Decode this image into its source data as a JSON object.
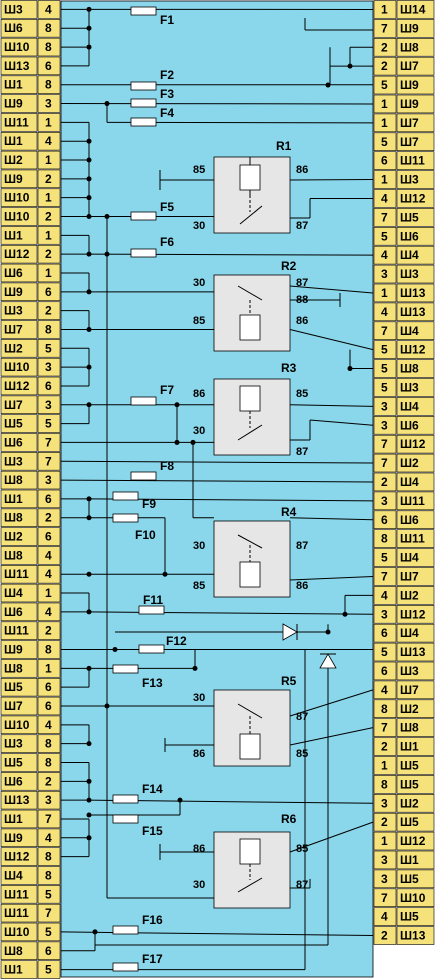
{
  "left_rows": [
    {
      "conn": "Ш3",
      "pin": "4"
    },
    {
      "conn": "Ш6",
      "pin": "8"
    },
    {
      "conn": "Ш10",
      "pin": "8"
    },
    {
      "conn": "Ш13",
      "pin": "6"
    },
    {
      "conn": "Ш1",
      "pin": "8"
    },
    {
      "conn": "Ш9",
      "pin": "3"
    },
    {
      "conn": "Ш11",
      "pin": "1"
    },
    {
      "conn": "Ш1",
      "pin": "4"
    },
    {
      "conn": "Ш2",
      "pin": "1"
    },
    {
      "conn": "Ш9",
      "pin": "2"
    },
    {
      "conn": "Ш10",
      "pin": "1"
    },
    {
      "conn": "Ш10",
      "pin": "2"
    },
    {
      "conn": "Ш1",
      "pin": "1"
    },
    {
      "conn": "Ш12",
      "pin": "2"
    },
    {
      "conn": "Ш6",
      "pin": "1"
    },
    {
      "conn": "Ш9",
      "pin": "6"
    },
    {
      "conn": "Ш3",
      "pin": "2"
    },
    {
      "conn": "Ш7",
      "pin": "8"
    },
    {
      "conn": "Ш2",
      "pin": "5"
    },
    {
      "conn": "Ш10",
      "pin": "3"
    },
    {
      "conn": "Ш12",
      "pin": "6"
    },
    {
      "conn": "Ш7",
      "pin": "3"
    },
    {
      "conn": "Ш5",
      "pin": "5"
    },
    {
      "conn": "Ш6",
      "pin": "7"
    },
    {
      "conn": "Ш3",
      "pin": "7"
    },
    {
      "conn": "Ш8",
      "pin": "3"
    },
    {
      "conn": "Ш1",
      "pin": "6"
    },
    {
      "conn": "Ш8",
      "pin": "2"
    },
    {
      "conn": "Ш2",
      "pin": "6"
    },
    {
      "conn": "Ш8",
      "pin": "4"
    },
    {
      "conn": "Ш11",
      "pin": "4"
    },
    {
      "conn": "Ш4",
      "pin": "1"
    },
    {
      "conn": "Ш6",
      "pin": "4"
    },
    {
      "conn": "Ш11",
      "pin": "2"
    },
    {
      "conn": "Ш9",
      "pin": "8"
    },
    {
      "conn": "Ш8",
      "pin": "1"
    },
    {
      "conn": "Ш5",
      "pin": "6"
    },
    {
      "conn": "Ш7",
      "pin": "6"
    },
    {
      "conn": "Ш10",
      "pin": "4"
    },
    {
      "conn": "Ш3",
      "pin": "8"
    },
    {
      "conn": "Ш5",
      "pin": "8"
    },
    {
      "conn": "Ш6",
      "pin": "2"
    },
    {
      "conn": "Ш13",
      "pin": "3"
    },
    {
      "conn": "Ш1",
      "pin": "7"
    },
    {
      "conn": "Ш9",
      "pin": "4"
    },
    {
      "conn": "Ш12",
      "pin": "8"
    },
    {
      "conn": "Ш4",
      "pin": "8"
    },
    {
      "conn": "Ш11",
      "pin": "5"
    },
    {
      "conn": "Ш11",
      "pin": "7"
    },
    {
      "conn": "Ш10",
      "pin": "5"
    },
    {
      "conn": "Ш8",
      "pin": "6"
    },
    {
      "conn": "Ш1",
      "pin": "5"
    }
  ],
  "right_rows": [
    {
      "pin": "1",
      "conn": "Ш14"
    },
    {
      "pin": "7",
      "conn": "Ш9"
    },
    {
      "pin": "2",
      "conn": "Ш8"
    },
    {
      "pin": "2",
      "conn": "Ш7"
    },
    {
      "pin": "5",
      "conn": "Ш9"
    },
    {
      "pin": "1",
      "conn": "Ш9"
    },
    {
      "pin": "1",
      "conn": "Ш7"
    },
    {
      "pin": "5",
      "conn": "Ш7"
    },
    {
      "pin": "6",
      "conn": "Ш11"
    },
    {
      "pin": "1",
      "conn": "Ш3"
    },
    {
      "pin": "4",
      "conn": "Ш12"
    },
    {
      "pin": "7",
      "conn": "Ш5"
    },
    {
      "pin": "5",
      "conn": "Ш6"
    },
    {
      "pin": "4",
      "conn": "Ш4"
    },
    {
      "pin": "3",
      "conn": "Ш3"
    },
    {
      "pin": "1",
      "conn": "Ш13"
    },
    {
      "pin": "4",
      "conn": "Ш13"
    },
    {
      "pin": "7",
      "conn": "Ш4"
    },
    {
      "pin": "5",
      "conn": "Ш12"
    },
    {
      "pin": "5",
      "conn": "Ш8"
    },
    {
      "pin": "5",
      "conn": "Ш3"
    },
    {
      "pin": "3",
      "conn": "Ш4"
    },
    {
      "pin": "3",
      "conn": "Ш6"
    },
    {
      "pin": "7",
      "conn": "Ш12"
    },
    {
      "pin": "7",
      "conn": "Ш2"
    },
    {
      "pin": "2",
      "conn": "Ш4"
    },
    {
      "pin": "3",
      "conn": "Ш11"
    },
    {
      "pin": "6",
      "conn": "Ш6"
    },
    {
      "pin": "8",
      "conn": "Ш11"
    },
    {
      "pin": "5",
      "conn": "Ш4"
    },
    {
      "pin": "7",
      "conn": "Ш7"
    },
    {
      "pin": "4",
      "conn": "Ш2"
    },
    {
      "pin": "3",
      "conn": "Ш12"
    },
    {
      "pin": "6",
      "conn": "Ш4"
    },
    {
      "pin": "5",
      "conn": "Ш13"
    },
    {
      "pin": "6",
      "conn": "Ш3"
    },
    {
      "pin": "4",
      "conn": "Ш7"
    },
    {
      "pin": "8",
      "conn": "Ш2"
    },
    {
      "pin": "7",
      "conn": "Ш8"
    },
    {
      "pin": "2",
      "conn": "Ш1"
    },
    {
      "pin": "1",
      "conn": "Ш5"
    },
    {
      "pin": "8",
      "conn": "Ш5"
    },
    {
      "pin": "3",
      "conn": "Ш2"
    },
    {
      "pin": "2",
      "conn": "Ш5"
    },
    {
      "pin": "1",
      "conn": "Ш12"
    },
    {
      "pin": "3",
      "conn": "Ш1"
    },
    {
      "pin": "3",
      "conn": "Ш5"
    },
    {
      "pin": "7",
      "conn": "Ш10"
    },
    {
      "pin": "4",
      "conn": "Ш5"
    },
    {
      "pin": "2",
      "conn": "Ш13"
    }
  ],
  "fuses": [
    "F1",
    "F2",
    "F3",
    "F4",
    "F5",
    "F6",
    "F7",
    "F8",
    "F9",
    "F10",
    "F11",
    "F12",
    "F13",
    "F14",
    "F15",
    "F16",
    "F17"
  ],
  "relays": [
    {
      "name": "R1",
      "pins": [
        "85",
        "86",
        "30",
        "87"
      ]
    },
    {
      "name": "R2",
      "pins": [
        "30",
        "87",
        "88",
        "85",
        "86"
      ]
    },
    {
      "name": "R3",
      "pins": [
        "86",
        "85",
        "30",
        "87"
      ]
    },
    {
      "name": "R4",
      "pins": [
        "30",
        "87",
        "85",
        "86"
      ]
    },
    {
      "name": "R5",
      "pins": [
        "30",
        "87",
        "86",
        "85"
      ]
    },
    {
      "name": "R6",
      "pins": [
        "86",
        "85",
        "30",
        "87"
      ]
    }
  ],
  "colors": {
    "panel": "#8ad6ea",
    "cells": "#f6e27a",
    "relay": "#e6e6e6"
  }
}
